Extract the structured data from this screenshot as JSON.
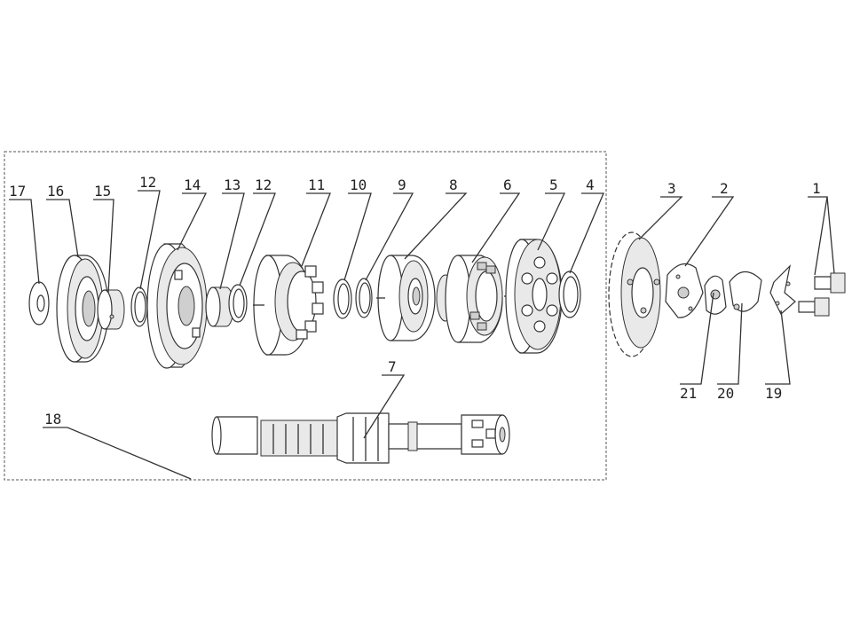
{
  "labels": {
    "p1": "1",
    "p2": "2",
    "p3": "3",
    "p4": "4",
    "p5": "5",
    "p6": "6",
    "p7": "7",
    "p8": "8",
    "p9": "9",
    "p10": "10",
    "p11": "11",
    "p12a": "12",
    "p12b": "12",
    "p13": "13",
    "p14": "14",
    "p15": "15",
    "p16": "16",
    "p17": "17",
    "p18": "18",
    "p19": "19",
    "p20": "20",
    "p21": "21"
  }
}
